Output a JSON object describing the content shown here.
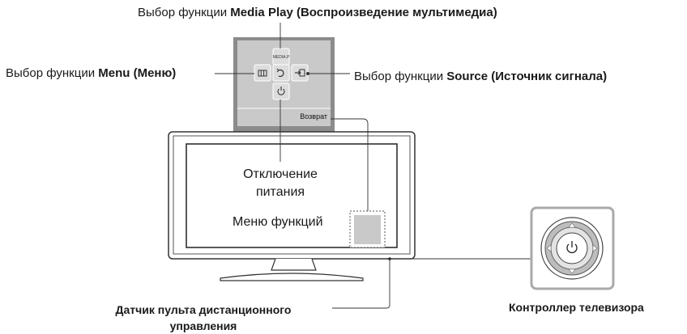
{
  "labels": {
    "media_play_prefix": "Выбор функции ",
    "media_play_name": "Media Play (Воспроизведение мультимедиа)",
    "menu_prefix": "Выбор функции ",
    "menu_name": "Menu (Меню)",
    "source_prefix": "Выбор функции ",
    "source_name": "Source (Источник сигнала)",
    "power_off_line1": "Отключение",
    "power_off_line2": "питания",
    "function_menu": "Меню функций",
    "remote_sensor_line1": "Датчик пульта дистанционного",
    "remote_sensor_line2": "управления",
    "tv_controller": "Контроллер телевизора"
  },
  "panel": {
    "media_button_text": "MEDIA.P",
    "return_label": "Возврат"
  },
  "icons": {
    "menu": "menu-icon",
    "return": "return-icon",
    "source": "source-icon",
    "power": "power-icon",
    "controller_power": "power-icon"
  }
}
